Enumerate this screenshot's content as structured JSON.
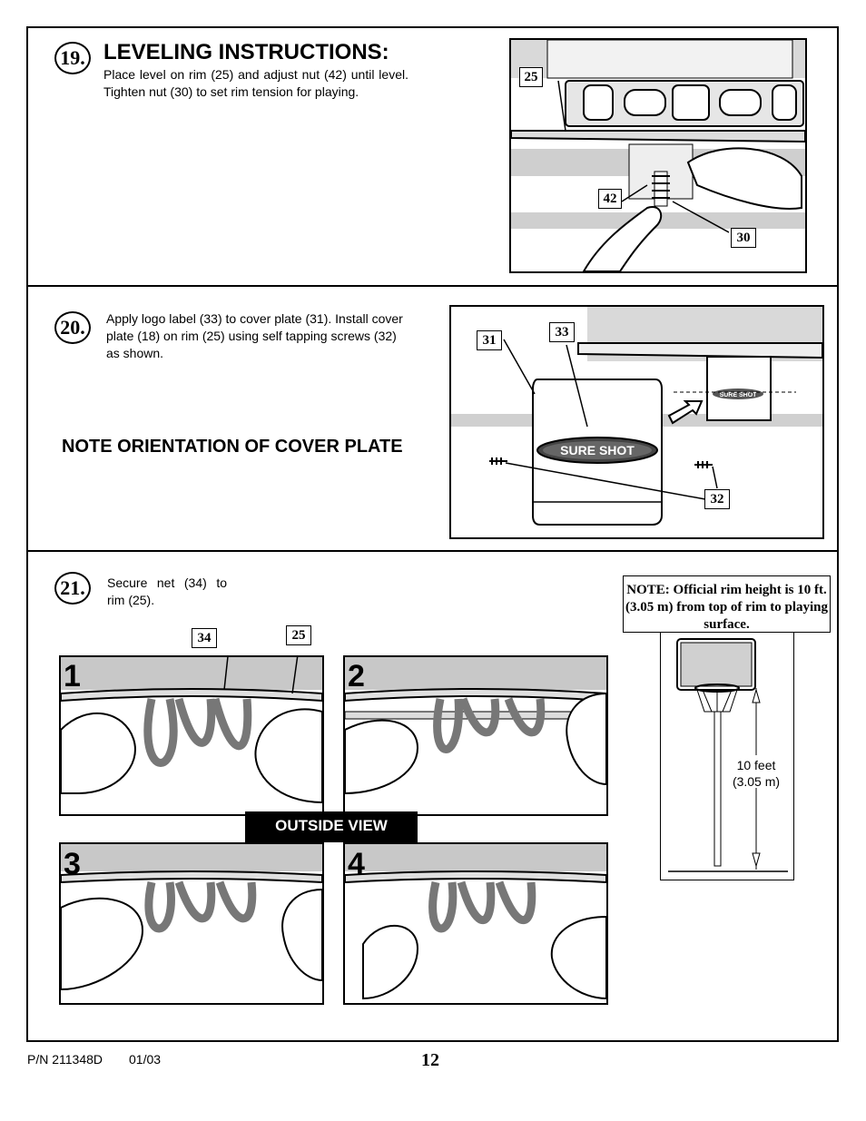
{
  "step19": {
    "number": "19.",
    "title": "LEVELING INSTRUCTIONS:",
    "text": "Place level on rim (25) and adjust nut (42) until level. Tighten nut (30) to set rim tension for playing.",
    "callouts": [
      "25",
      "42",
      "30"
    ]
  },
  "step20": {
    "number": "20.",
    "text": "Apply logo label (33) to cover plate (31). Install cover plate (18) on rim (25) using self tapping screws (32) as shown.",
    "note": "NOTE ORIENTATION OF COVER PLATE",
    "callouts": [
      "31",
      "33",
      "32"
    ],
    "logo": "SURE SHOT"
  },
  "step21": {
    "number": "21.",
    "text": "Secure net (34) to rim (25).",
    "callouts": [
      "34",
      "25"
    ],
    "panels": [
      "1",
      "2",
      "3",
      "4"
    ],
    "banner": "OUTSIDE VIEW",
    "rim_note": "NOTE: Official rim height is 10 ft. (3.05 m) from top of rim to playing surface.",
    "height_label_1": "10 feet",
    "height_label_2": "(3.05 m)"
  },
  "footer": {
    "part_number": "P/N 211348D",
    "date": "01/03",
    "page": "12"
  }
}
